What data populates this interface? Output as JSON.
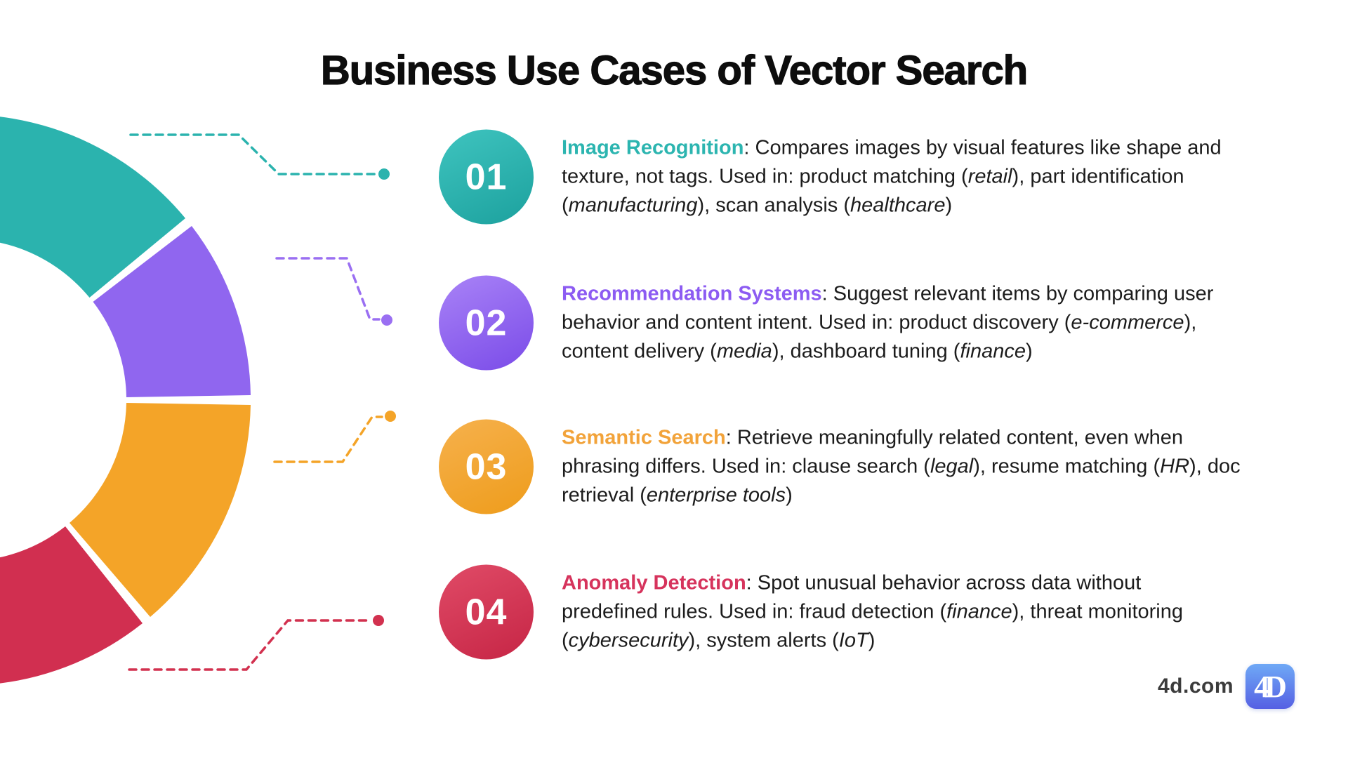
{
  "title": "Business Use Cases of Vector Search",
  "donut": {
    "segments": [
      {
        "name": "image-recognition",
        "color": "#2BB3AE"
      },
      {
        "name": "recommendation-systems",
        "color": "#9066EF"
      },
      {
        "name": "semantic-search",
        "color": "#F4A428"
      },
      {
        "name": "anomaly-detection",
        "color": "#D12F50"
      }
    ]
  },
  "connectors": [
    {
      "color": "#2BB3AE"
    },
    {
      "color": "#9A6FF2"
    },
    {
      "color": "#F4A428"
    },
    {
      "color": "#D2314F"
    }
  ],
  "items": [
    {
      "number": "01",
      "accent": "#2CB5B0",
      "badge_gradient": [
        "#3FC4BF",
        "#1CA19E"
      ],
      "heading": "Image Recognition",
      "segments": [
        {
          "text": ": Compares images by visual features like shape and"
        },
        {
          "break": true
        },
        {
          "text": "texture, not tags. Used in: product matching ("
        },
        {
          "text": "retail",
          "italic": true
        },
        {
          "text": "), part identification"
        },
        {
          "break": true
        },
        {
          "text": "("
        },
        {
          "text": "manufacturing",
          "italic": true
        },
        {
          "text": "), scan analysis ("
        },
        {
          "text": "healthcare",
          "italic": true
        },
        {
          "text": ")"
        }
      ]
    },
    {
      "number": "02",
      "accent": "#8C5BF2",
      "badge_gradient": [
        "#A983F7",
        "#7A4BE8"
      ],
      "heading": "Recommendation Systems",
      "segments": [
        {
          "text": ": Suggest relevant items by comparing user"
        },
        {
          "break": true
        },
        {
          "text": "behavior and content intent. Used in: product discovery ("
        },
        {
          "text": "e-commerce",
          "italic": true
        },
        {
          "text": "),"
        },
        {
          "break": true
        },
        {
          "text": "content delivery ("
        },
        {
          "text": "media",
          "italic": true
        },
        {
          "text": "), dashboard tuning ("
        },
        {
          "text": "finance",
          "italic": true
        },
        {
          "text": ")"
        }
      ]
    },
    {
      "number": "03",
      "accent": "#F2A33A",
      "badge_gradient": [
        "#F6B14D",
        "#EE9C1B"
      ],
      "heading": "Semantic Search",
      "segments": [
        {
          "text": ": Retrieve meaningfully related content, even when"
        },
        {
          "break": true
        },
        {
          "text": "phrasing differs. Used in: clause search ("
        },
        {
          "text": "legal",
          "italic": true
        },
        {
          "text": "), resume matching ("
        },
        {
          "text": "HR",
          "italic": true
        },
        {
          "text": "), doc"
        },
        {
          "break": true
        },
        {
          "text": "retrieval ("
        },
        {
          "text": "enterprise tools",
          "italic": true
        },
        {
          "text": ")"
        }
      ]
    },
    {
      "number": "04",
      "accent": "#D6335C",
      "badge_gradient": [
        "#E04B67",
        "#C62545"
      ],
      "heading": "Anomaly Detection",
      "segments": [
        {
          "text": ": Spot unusual behavior across data without"
        },
        {
          "break": true
        },
        {
          "text": "predefined rules. Used in: fraud detection ("
        },
        {
          "text": "finance",
          "italic": true
        },
        {
          "text": "), threat monitoring"
        },
        {
          "break": true
        },
        {
          "text": "("
        },
        {
          "text": "cybersecurity",
          "italic": true
        },
        {
          "text": "), system alerts ("
        },
        {
          "text": "IoT",
          "italic": true
        },
        {
          "text": ")"
        }
      ]
    }
  ],
  "footer": {
    "website": "4d.com",
    "logo_text": "4D"
  }
}
